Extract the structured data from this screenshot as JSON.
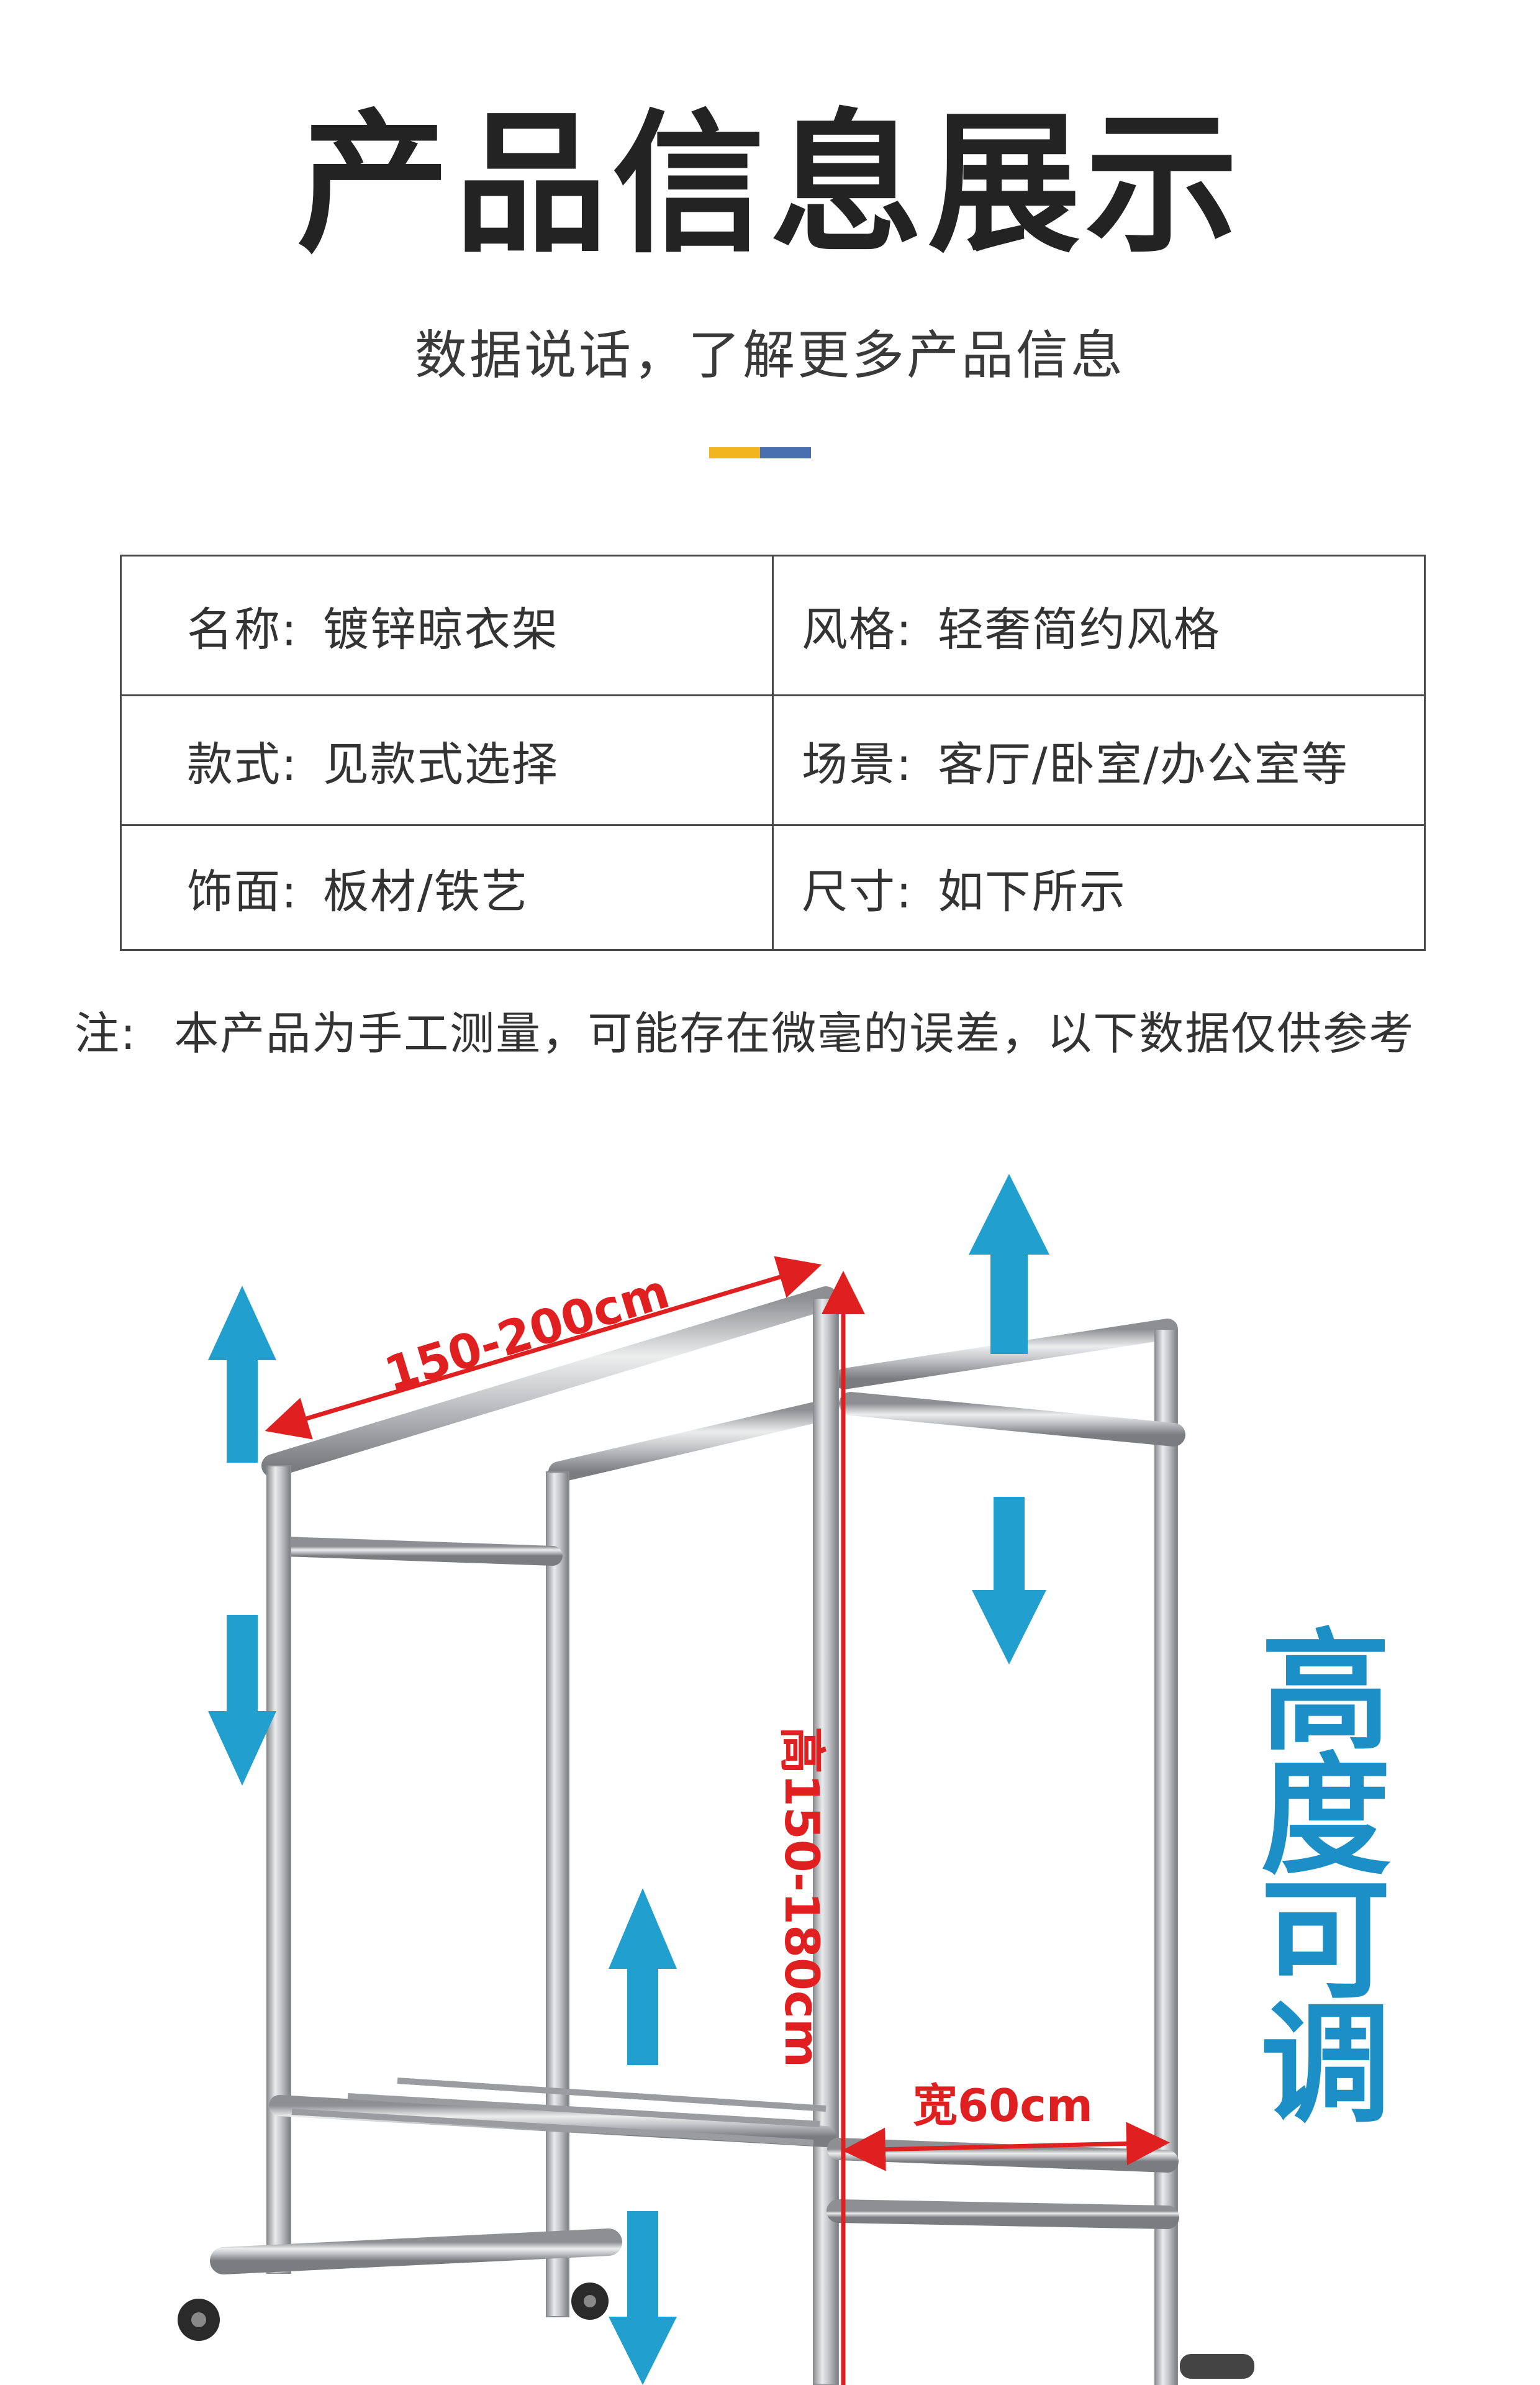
{
  "header": {
    "title": "产品信息展示",
    "subtitle": "数据说话，了解更多产品信息",
    "divider_colors": [
      "#f2b51f",
      "#4a6fb0"
    ]
  },
  "info_table": [
    [
      {
        "label": "名称:",
        "value": "镀锌晾衣架"
      },
      {
        "label": "风格:",
        "value": "轻奢简约风格"
      }
    ],
    [
      {
        "label": "款式:",
        "value": "见款式选择"
      },
      {
        "label": "场景:",
        "value": "客厅/卧室/办公室等"
      }
    ],
    [
      {
        "label": "饰面:",
        "value": "板材/铁艺"
      },
      {
        "label": "尺寸:",
        "value": "如下所示"
      }
    ]
  ],
  "note": {
    "label": "注:",
    "text": "本产品为手工测量，可能存在微毫的误差，以下数据仅供参考"
  },
  "figure": {
    "width_label": "150-200cm",
    "height_label": "高150-180cm",
    "depth_label": "宽60cm",
    "side_text": [
      "高",
      "度",
      "可",
      "调"
    ],
    "arrow_color": "#21a0cf",
    "dim_color": "#e02020",
    "icons": [
      "arrow-up-icon",
      "arrow-down-icon"
    ]
  }
}
